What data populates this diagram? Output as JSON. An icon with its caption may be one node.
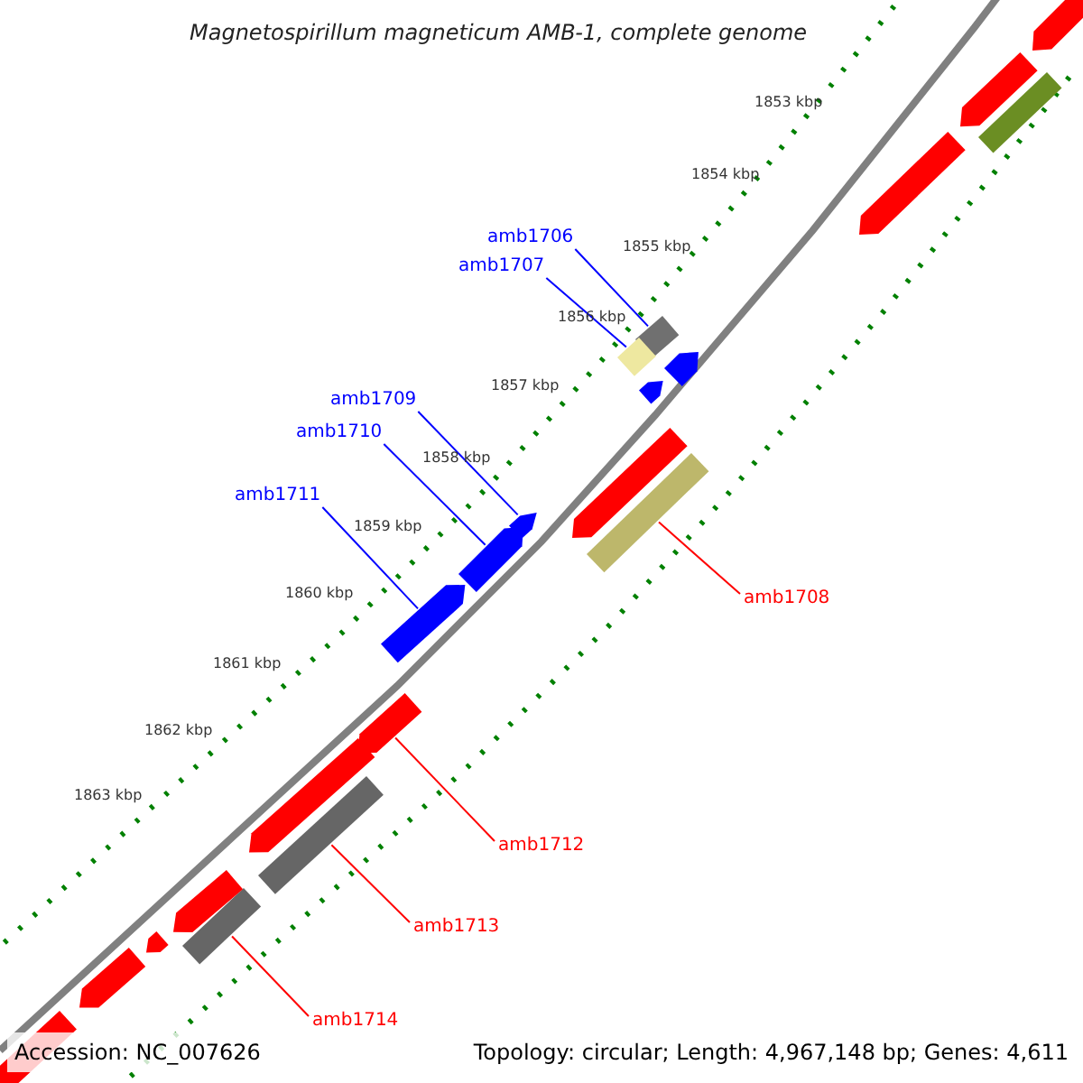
{
  "diagram": {
    "title": "Magnetospirillum magneticum AMB-1, complete genome",
    "nodes": [
      {
        "text": [
          "amb1706"
        ]
      },
      {
        "text": [
          "amb1707"
        ]
      },
      {
        "text": [
          "amb1709"
        ]
      },
      {
        "text": [
          "amb1710"
        ]
      },
      {
        "text": [
          "amb1711"
        ]
      },
      {
        "text": [
          "amb1708"
        ]
      },
      {
        "text": [
          "amb1712"
        ]
      },
      {
        "text": [
          "amb1713"
        ]
      },
      {
        "text": [
          "amb1714"
        ]
      },
      {
        "text": [],
        "shape": "bar"
      },
      {
        "text": [],
        "shape": "bar"
      },
      {
        "text": [],
        "shape": "bar"
      },
      {
        "text": [],
        "shape": "bar"
      },
      {
        "text": [],
        "shape": "bar"
      },
      {
        "text": [],
        "shape": "bar"
      },
      {
        "text": [],
        "shape": "bar"
      },
      {
        "text": [],
        "shape": "bar"
      },
      {
        "text": [],
        "shape": "bar"
      },
      {
        "text": [],
        "shape": "bar"
      },
      {
        "text": [],
        "shape": "bar"
      },
      {
        "text": [],
        "shape": "bar"
      },
      {
        "text": [],
        "shape": "bar"
      },
      {
        "text": [],
        "shape": "bar"
      },
      {
        "text": [],
        "shape": "bar"
      },
      {
        "text": [],
        "shape": "bar"
      },
      {
        "text": [],
        "shape": "bar"
      },
      {
        "text": [],
        "shape": "bar"
      },
      {
        "text": [],
        "shape": "bar"
      },
      {
        "text": [],
        "shape": "bar"
      },
      {
        "text": [],
        "shape": "bar"
      }
    ],
    "edges": [
      {
        "from": 0,
        "to": 9,
        "arrow": "none"
      },
      {
        "from": 1,
        "to": 10,
        "arrow": "none"
      },
      {
        "from": 2,
        "to": 12,
        "arrow": "none"
      },
      {
        "from": 3,
        "to": 13,
        "arrow": "none"
      },
      {
        "from": 4,
        "to": 14,
        "arrow": "none"
      },
      {
        "from": 5,
        "to": 11,
        "arrow": "none",
        "color": "#ff0000"
      },
      {
        "from": 6,
        "to": 15,
        "arrow": "none",
        "color": "#ff0000"
      },
      {
        "from": 7,
        "to": 16,
        "arrow": "none",
        "color": "#ff0000"
      },
      {
        "from": 8,
        "to": 17,
        "arrow": "none",
        "color": "#ff0000"
      }
    ],
    "labels": [
      "1853 kbp",
      "1854 kbp",
      "1855 kbp",
      "1856 kbp",
      "1857 kbp",
      "1858 kbp",
      "1859 kbp",
      "1860 kbp",
      "1861 kbp",
      "1862 kbp",
      "1863 kbp",
      "Accession: NC_007626",
      "Topology: circular; Length: 4,967,148 bp; Genes: 4,611"
    ]
  }
}
